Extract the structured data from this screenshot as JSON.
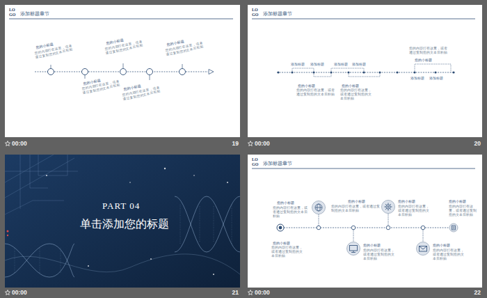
{
  "diagram": {
    "nodes": [
      {
        "text": [
          "LO GO",
          "添加标题章节",
          "您的小标题",
          "您的内容打在这里，或者通过复制您的文本后粘贴",
          "您的小标题",
          "您的内容打在这里，或者通过复制您的文本后粘贴",
          "您的小标题",
          "您的内容打在这里，或者通过复制您的文本后粘贴",
          "您的小标题",
          "您的内容打在这里，或者通过复制您的文本后粘贴",
          "您的小标题",
          "您的内容打在这里，或者通过复制您的文本后粘贴"
        ]
      },
      {
        "text": [
          "LO GO",
          "添加标题章节",
          "添加标题",
          "添加标题",
          "添加标题",
          "添加标题",
          "您的内容打在这里，或者通过复制您的文本后粘贴",
          "您的小标题",
          "添加标题",
          "添加标题",
          "您的小标题",
          "您的内容打在这里，或者通过复制您的文本后粘贴",
          "您的小标题",
          "您的内容打在这里，或者通过复制您的文本后粘贴"
        ]
      },
      {
        "text": [
          "PART 04",
          "单击添加您的标题"
        ]
      },
      {
        "text": [
          "LO GO",
          "添加标题章节",
          "您的小标题",
          "您的内容打在这里，或者通过复制您的文本后粘贴",
          "您的小标题",
          "您的内容打在这里，或者通过复制您的文本后粘贴",
          "您的小标题",
          "您的内容打在这里，或者通过复制您的文本后粘贴",
          "您的小标题",
          "您的内容打在这里，或者通过复制您的文本后粘贴",
          "您的小标题",
          "您的内容打在这里，或者通过复制您的文本后粘贴",
          "您的小标题",
          "您的内容打在这里，或者通过复制您的文本后粘贴",
          "您的小标题",
          "您的内容打在这里，或者通过复制您的文本后粘贴"
        ]
      }
    ],
    "labels": [
      "00:00",
      "19",
      "00:00",
      "20",
      "00:00",
      "21",
      "00:00",
      "22"
    ]
  }
}
